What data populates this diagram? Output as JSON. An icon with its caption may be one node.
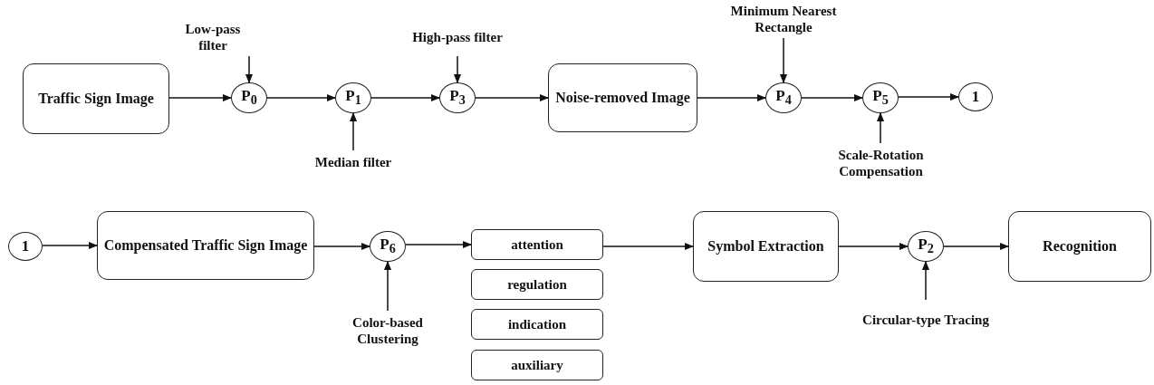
{
  "diagram": {
    "nodes": [
      {
        "text": [
          "Traffic Sign Image"
        ]
      },
      {
        "text": [
          "Low-pass filter"
        ]
      },
      {
        "text": [
          "P$_{0}$"
        ]
      },
      {
        "text": [
          "P$_{1}$"
        ]
      },
      {
        "text": [
          "Median filter"
        ]
      },
      {
        "text": [
          "High-pass filter"
        ]
      },
      {
        "text": [
          "P$_{3}$"
        ]
      },
      {
        "text": [
          "Noise-removed Image"
        ]
      },
      {
        "text": [
          "Minimum Nearest Rectangle"
        ]
      },
      {
        "text": [
          "P$_{4}$"
        ]
      },
      {
        "text": [
          "P$_{5}$"
        ]
      },
      {
        "text": [
          "Scale-Rotation Compensation"
        ]
      },
      {
        "text": [
          "1"
        ]
      },
      {
        "text": [
          "1"
        ]
      },
      {
        "text": [
          "Compensated Traffic Sign Image"
        ]
      },
      {
        "text": [
          "P$_{6}$"
        ]
      },
      {
        "text": [
          "Color-based Clustering"
        ]
      },
      {
        "text": [
          "attention"
        ]
      },
      {
        "text": [
          "regulation"
        ]
      },
      {
        "text": [
          "indication"
        ]
      },
      {
        "text": [
          "auxiliary"
        ]
      },
      {
        "text": [
          "Symbol Extraction"
        ]
      },
      {
        "text": [
          "P$_{2}$"
        ]
      },
      {
        "text": [
          "Circular-type Tracing"
        ]
      },
      {
        "text": [
          "Recognition"
        ]
      }
    ],
    "edges": [
      {
        "from": 0,
        "to": 2,
        "arrow": "to"
      },
      {
        "from": 1,
        "to": 2,
        "arrow": "to"
      },
      {
        "from": 2,
        "to": 3,
        "arrow": "to"
      },
      {
        "from": 4,
        "to": 3,
        "arrow": "to"
      },
      {
        "from": 3,
        "to": 6,
        "arrow": "to"
      },
      {
        "from": 5,
        "to": 6,
        "arrow": "to"
      },
      {
        "from": 6,
        "to": 7,
        "arrow": "to"
      },
      {
        "from": 7,
        "to": 9,
        "arrow": "to"
      },
      {
        "from": 8,
        "to": 9,
        "arrow": "to"
      },
      {
        "from": 9,
        "to": 10,
        "arrow": "to"
      },
      {
        "from": 11,
        "to": 10,
        "arrow": "to"
      },
      {
        "from": 10,
        "to": 12,
        "arrow": "to"
      },
      {
        "from": 13,
        "to": 14,
        "arrow": "to"
      },
      {
        "from": 14,
        "to": 15,
        "arrow": "to"
      },
      {
        "from": 16,
        "to": 15,
        "arrow": "to"
      },
      {
        "from": 15,
        "to": 17,
        "arrow": "to"
      },
      {
        "from": 17,
        "to": 21,
        "arrow": "to"
      },
      {
        "from": 21,
        "to": 22,
        "arrow": "to"
      },
      {
        "from": 23,
        "to": 22,
        "arrow": "to"
      },
      {
        "from": 22,
        "to": 24,
        "arrow": "to"
      }
    ]
  }
}
